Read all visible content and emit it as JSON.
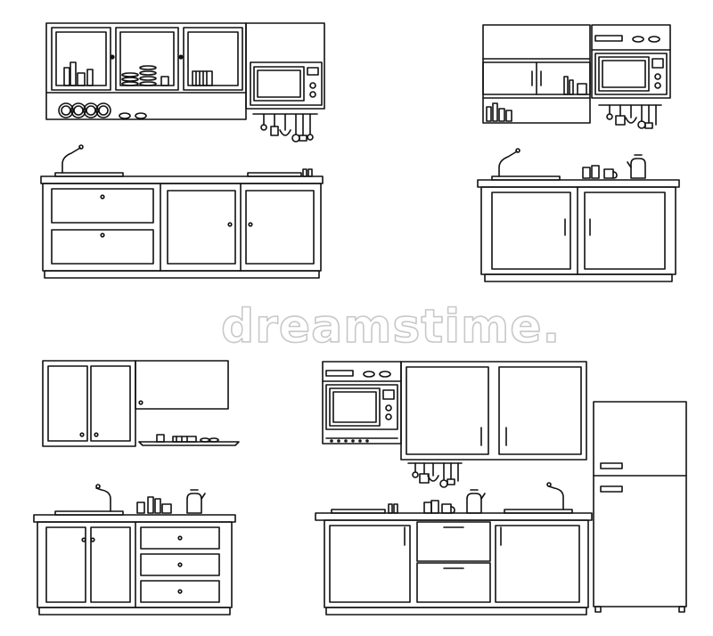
{
  "illustration": {
    "watermark_text": "dreamstime.",
    "kitchen_sets": [
      {
        "name": "kitchen-set-top-left",
        "items": [
          "glass-door-cabinet",
          "microwave",
          "utensil-rack",
          "sink",
          "stove",
          "drawers",
          "base-cabinet"
        ]
      },
      {
        "name": "kitchen-set-top-right",
        "items": [
          "wall-cabinet",
          "microwave",
          "utensil-rack",
          "sink",
          "kettle",
          "base-cabinet"
        ]
      },
      {
        "name": "kitchen-set-bottom-left",
        "items": [
          "wall-cabinet",
          "dish-shelf",
          "sink",
          "kettle",
          "drawers",
          "base-cabinet"
        ]
      },
      {
        "name": "kitchen-set-bottom-right",
        "items": [
          "microwave",
          "wall-cabinet",
          "utensil-rack",
          "stove",
          "sink",
          "kettle",
          "drawers",
          "base-cabinet",
          "refrigerator"
        ]
      }
    ]
  }
}
